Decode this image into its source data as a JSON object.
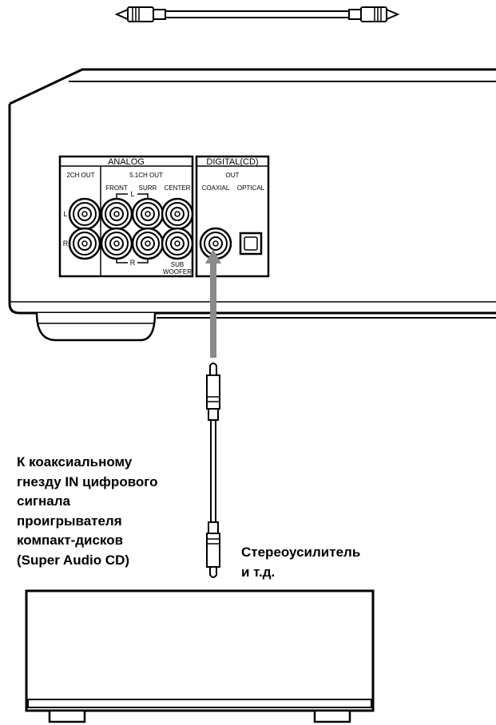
{
  "panel": {
    "analog_header": "ANALOG",
    "ch2_out": "2CH OUT",
    "ch51_out": "5.1CH OUT",
    "front": "FRONT",
    "surr": "SURR",
    "center": "CENTER",
    "l": "L",
    "r": "R",
    "sub": "SUB",
    "woofer": "WOOFER",
    "digital_header": "DIGITAL(CD)",
    "out": "OUT",
    "coaxial": "COAXIAL",
    "optical": "OPTICAL"
  },
  "captions": {
    "left_lines": [
      "К коаксиальному",
      "гнезду IN цифрового",
      "сигнала",
      "проигрывателя",
      "компакт-дисков",
      "(Super Audio CD)"
    ],
    "right_lines": [
      "Стереоусилитель",
      "и т.д."
    ]
  },
  "colors": {
    "line": "#000000",
    "arrow": "#8a8a8a",
    "background": "#ffffff"
  }
}
